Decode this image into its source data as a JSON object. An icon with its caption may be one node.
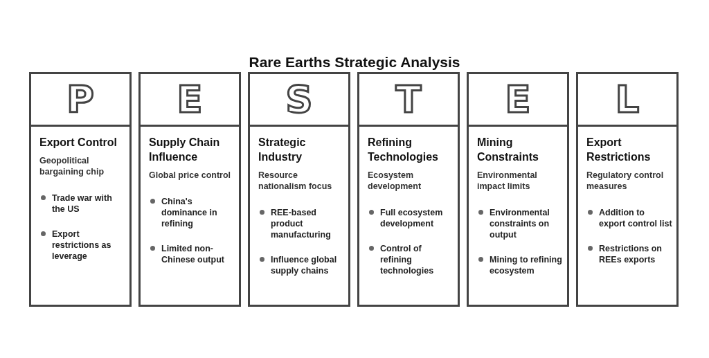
{
  "diagram": {
    "title": "Rare Earths Strategic Analysis",
    "nodes": [
      {
        "text": [
          "P",
          "Export Control",
          "Geopolitical bargaining chip",
          "Trade war with the US",
          "Export restrictions as leverage"
        ]
      },
      {
        "text": [
          "E",
          "Supply Chain Influence",
          "Global price control",
          "China's dominance in refining",
          "Limited non-Chinese output"
        ]
      },
      {
        "text": [
          "S",
          "Strategic Industry",
          "Resource nationalism focus",
          "REE-based product manufacturing",
          "Influence global supply chains"
        ]
      },
      {
        "text": [
          "T",
          "Refining Technologies",
          "Ecosystem development",
          "Full ecosystem development",
          "Control of refining technologies"
        ]
      },
      {
        "text": [
          "E",
          "Mining Constraints",
          "Environmental impact limits",
          "Environmental constraints on output",
          "Mining to refining ecosystem"
        ]
      },
      {
        "text": [
          "L",
          "Export Restrictions",
          "Regulatory control measures",
          "Addition to export control list",
          "Restrictions on REEs exports"
        ]
      }
    ]
  }
}
